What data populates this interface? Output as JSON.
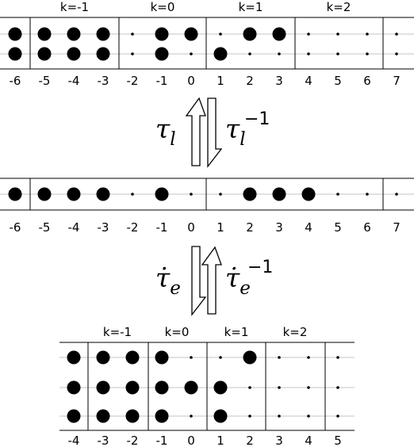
{
  "panel_a": {
    "block_labels": [
      "k=-1",
      "k=0",
      "k=1",
      "k=2"
    ],
    "axis_labels": [
      "-6",
      "-5",
      "-4",
      "-3",
      "-2",
      "-1",
      "0",
      "1",
      "2",
      "3",
      "4",
      "5",
      "6",
      "7"
    ],
    "rows": [
      [
        "big",
        "big",
        "big",
        "big",
        "small",
        "big",
        "big",
        "small",
        "big",
        "big",
        "small",
        "small",
        "small",
        "small"
      ],
      [
        "big",
        "big",
        "big",
        "big",
        "small",
        "big",
        "small",
        "big",
        "small",
        "small",
        "small",
        "small",
        "small",
        "small"
      ]
    ]
  },
  "panel_b": {
    "axis_labels": [
      "-6",
      "-5",
      "-4",
      "-3",
      "-2",
      "-1",
      "0",
      "1",
      "2",
      "3",
      "4",
      "5",
      "6",
      "7"
    ],
    "rows": [
      [
        "big",
        "big",
        "big",
        "big",
        "small",
        "big",
        "small",
        "small",
        "big",
        "big",
        "big",
        "small",
        "small",
        "small"
      ]
    ]
  },
  "panel_c": {
    "block_labels": [
      "k=-1",
      "k=0",
      "k=1",
      "k=2"
    ],
    "axis_labels": [
      "-4",
      "-3",
      "-2",
      "-1",
      "0",
      "1",
      "2",
      "3",
      "4",
      "5"
    ],
    "rows": [
      [
        "big",
        "big",
        "big",
        "big",
        "small",
        "small",
        "big",
        "small",
        "small",
        "small"
      ],
      [
        "big",
        "big",
        "big",
        "big",
        "big",
        "big",
        "small",
        "small",
        "small",
        "small"
      ],
      [
        "big",
        "big",
        "big",
        "big",
        "small",
        "big",
        "small",
        "small",
        "small",
        "small"
      ]
    ]
  },
  "arrows_top": {
    "left_symbol": "τ",
    "left_subscript": "l",
    "right_symbol": "τ",
    "right_subscript": "l",
    "right_superscript": "−1"
  },
  "arrows_bottom": {
    "left_symbol": "τ̇",
    "left_subscript": "e",
    "right_symbol": "τ̇",
    "right_subscript": "e",
    "right_superscript": "−1"
  }
}
